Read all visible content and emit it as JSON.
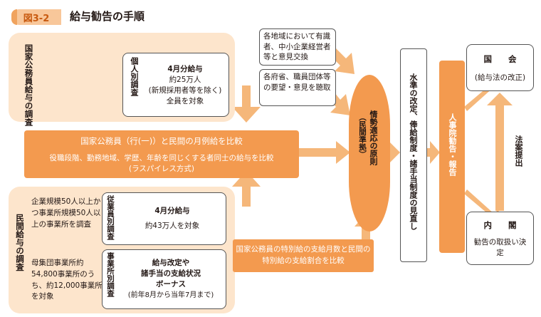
{
  "title": {
    "badge": "図3-2",
    "text": "給与勧告の手順"
  },
  "national_survey": {
    "label": "国家公務員給与の調査",
    "sub_label": "個人別調査",
    "lines": [
      "4月分給与",
      "約25万人",
      "(新規採用者等を除く)",
      "全員を対象"
    ]
  },
  "private_survey": {
    "label": "民間給与の調査",
    "scope": "企業規模50人以上かつ事業所規模50人以上の事業所を調査",
    "count": "母集団事業所約54,800事業所のうち、約12,000事業所を対象",
    "employee_label": "従業員別調査",
    "employee_lines": [
      "4月分給与",
      "約43万人を対象"
    ],
    "establishment_label": "事業所別調査",
    "establishment_lines": [
      "給与改定や",
      "諸手当の支給状況",
      "ボーナス",
      "(前年8月から当年7月まで)"
    ]
  },
  "compare": {
    "title": "国家公務員（行(一)）と民間の月例給を比較",
    "line1": "役職段階、勤務地域、学歴、年齢を同じくする者同士の給与を比較",
    "line2": "(ラスパイレス方式)"
  },
  "opinions": {
    "regional": "各地域において有識者、中小企業経営者等と意見交換",
    "ministries": "各府省、職員団体等の要望・意見を聴取"
  },
  "bonus_compare": "国家公務員の特別給の支給月数と民間の特別給の支給割合を比較",
  "principle": {
    "main": "情勢適応の原則",
    "sub": "（民間準拠）"
  },
  "standards": "水準の改定、俸給制度・諸手当制度の見直し",
  "recommendation": "人事院勧告・報告",
  "diet": {
    "name": "国　　会",
    "note": "(給与法の改正)"
  },
  "cabinet": {
    "name": "内　　閣",
    "note": "勧告の取扱い決定"
  },
  "bill_submission": "法案提出",
  "colors": {
    "orange": "#f39a4f",
    "panel": "#fde5cc",
    "arrow": "#f5b77a"
  }
}
